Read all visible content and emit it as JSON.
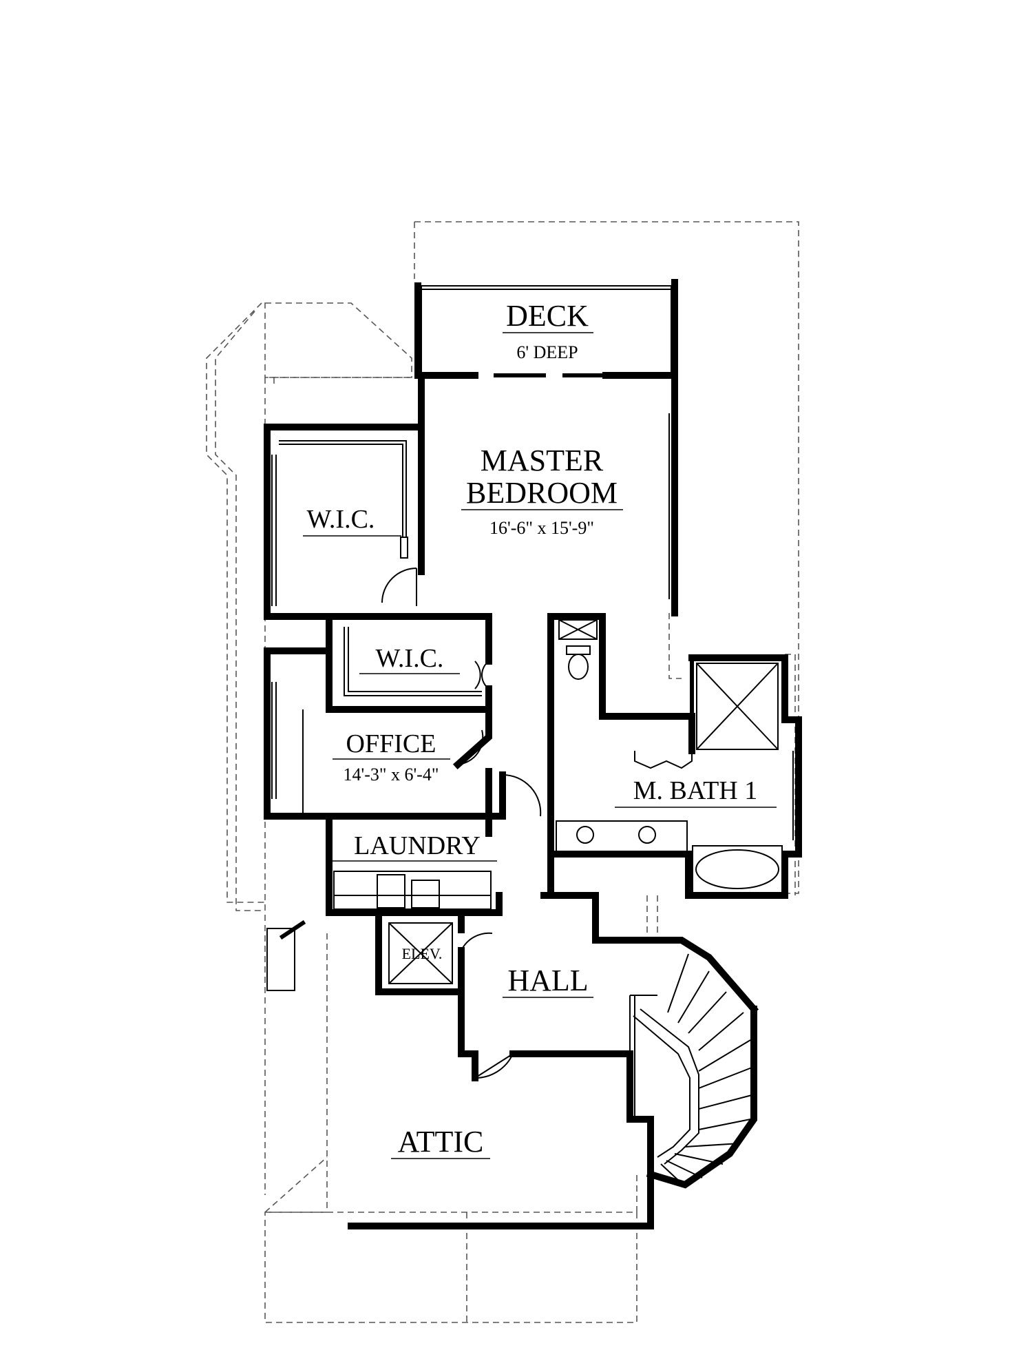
{
  "rooms": {
    "deck": {
      "name": "DECK",
      "dimension": "6' DEEP"
    },
    "master_bedroom": {
      "name_line1": "MASTER",
      "name_line2": "BEDROOM",
      "dimension": "16'-6\" x 15'-9\""
    },
    "wic_upper": {
      "name": "W.I.C."
    },
    "wic_lower": {
      "name": "W.I.C."
    },
    "office": {
      "name": "OFFICE",
      "dimension": "14'-3\" x 6'-4\""
    },
    "master_bath": {
      "name": "M. BATH 1"
    },
    "laundry": {
      "name": "LAUNDRY"
    },
    "elevator": {
      "name": "ELEV."
    },
    "hall": {
      "name": "HALL"
    },
    "attic": {
      "name": "ATTIC"
    }
  }
}
